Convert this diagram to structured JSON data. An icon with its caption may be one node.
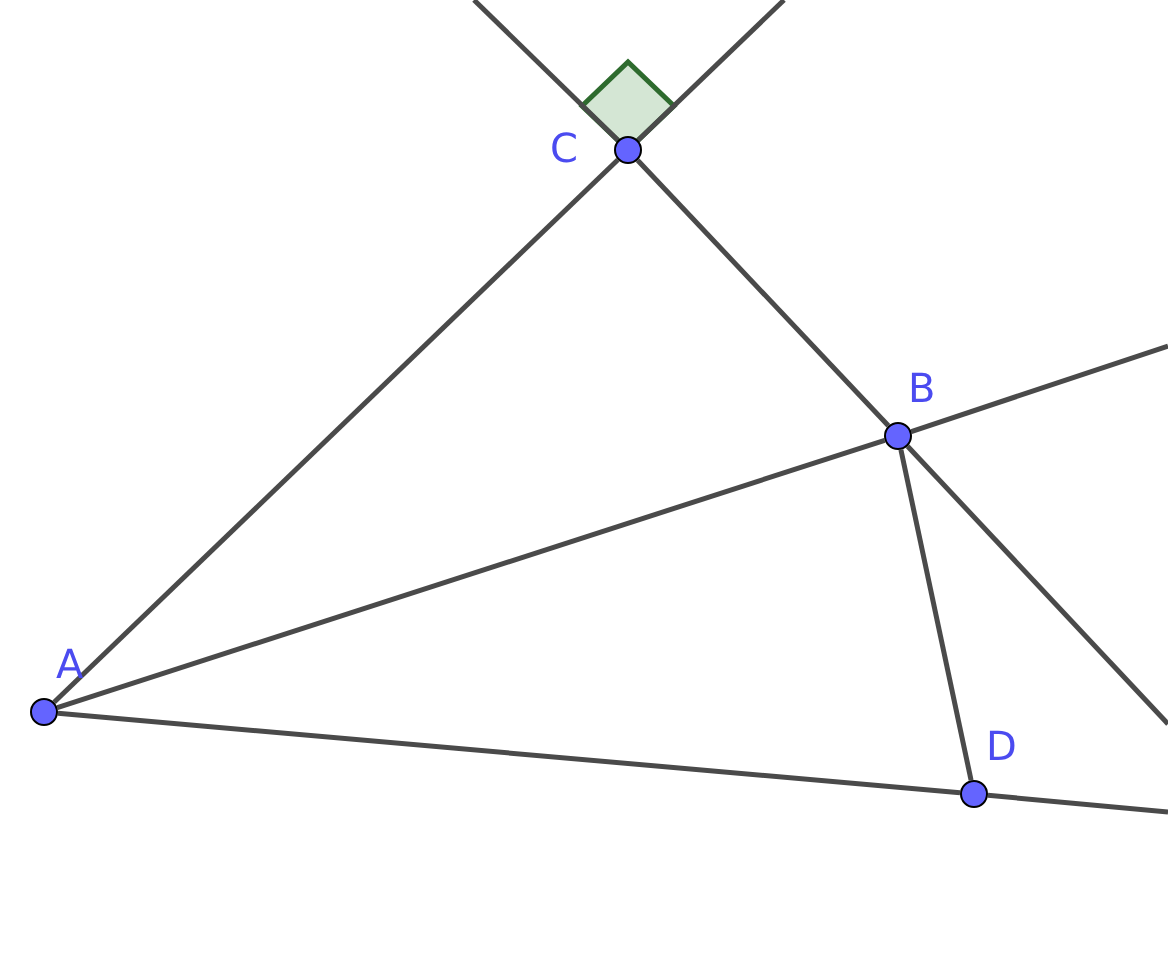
{
  "diagram": {
    "nodes": [
      {
        "text": [],
        "shape": "circle",
        "beside": [
          "A"
        ]
      },
      {
        "text": [],
        "shape": "circle",
        "beside": [
          "B"
        ]
      },
      {
        "text": [],
        "shape": "circle",
        "beside": [
          "C"
        ]
      },
      {
        "text": [],
        "shape": "circle",
        "beside": [
          "D"
        ]
      }
    ],
    "edges": [
      {
        "from": 0,
        "to": 2,
        "arrow": "none"
      },
      {
        "from": 2,
        "to": 1,
        "arrow": "none"
      },
      {
        "from": 0,
        "to": 1,
        "arrow": "none"
      },
      {
        "from": 0,
        "to": 3,
        "arrow": "none"
      },
      {
        "from": 1,
        "to": 3,
        "arrow": "none"
      },
      {
        "from": 2,
        "to": null,
        "arrow": "none"
      },
      {
        "from": 2,
        "to": null,
        "arrow": "none"
      },
      {
        "from": 1,
        "to": null,
        "arrow": "none"
      },
      {
        "from": 1,
        "to": null,
        "arrow": "none"
      },
      {
        "from": 3,
        "to": null,
        "arrow": "none"
      }
    ]
  }
}
